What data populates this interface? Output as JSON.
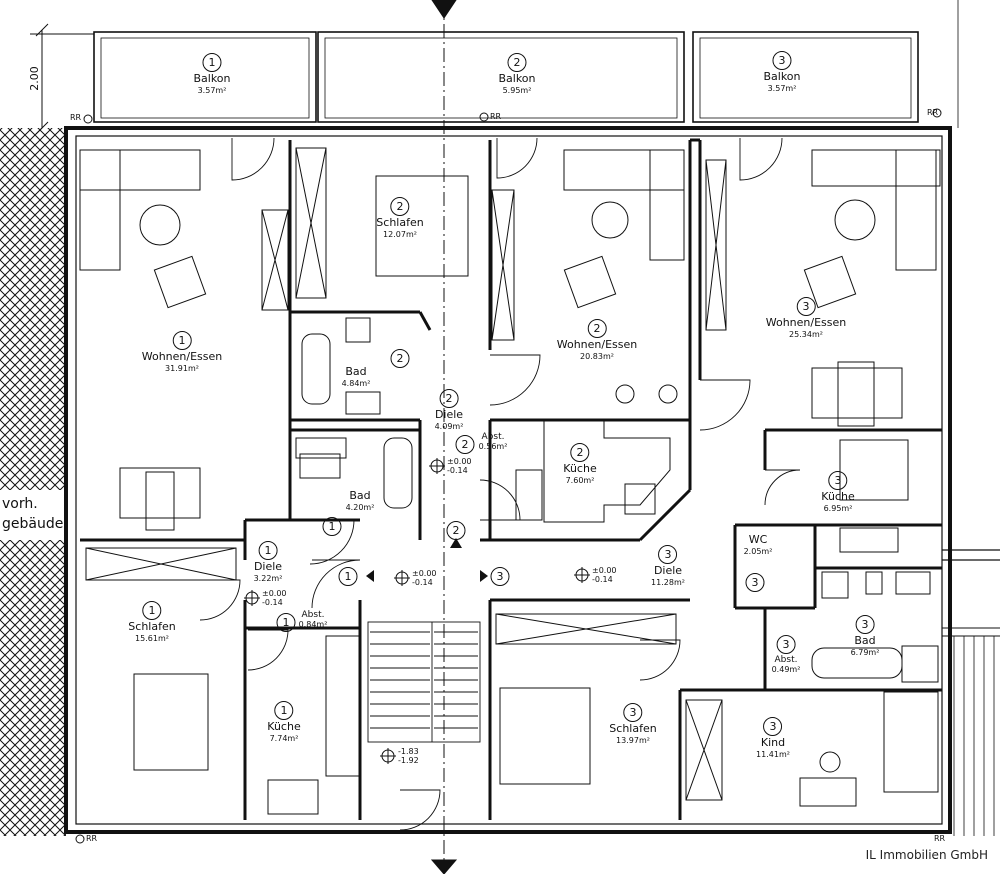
{
  "balconies": [
    {
      "num": "1",
      "name": "Balkon",
      "area": "3.57m²"
    },
    {
      "num": "2",
      "name": "Balkon",
      "area": "5.95m²"
    },
    {
      "num": "3",
      "name": "Balkon",
      "area": "3.57m²"
    }
  ],
  "rooms": [
    {
      "num": "1",
      "name": "Wohnen/Essen",
      "area": "31.91m²"
    },
    {
      "num": "2",
      "name": "Schlafen",
      "area": "12.07m²"
    },
    {
      "num": "2",
      "name": "Bad",
      "area": "4.84m²"
    },
    {
      "num": "2",
      "name": "Diele",
      "area": "4.09m²"
    },
    {
      "num": "2",
      "name": "Abst.",
      "area": "0.56m²"
    },
    {
      "num": "2",
      "name": "Wohnen/Essen",
      "area": "20.83m²"
    },
    {
      "num": "2",
      "name": "Küche",
      "area": "7.60m²"
    },
    {
      "num": "3",
      "name": "Wohnen/Essen",
      "area": "25.34m²"
    },
    {
      "num": "3",
      "name": "Küche",
      "area": "6.95m²"
    },
    {
      "num": "3",
      "name": "Bad",
      "area": "6.79m²"
    },
    {
      "num": "3",
      "name": "Abst.",
      "area": "0.49m²"
    },
    {
      "num": "3",
      "name": "Kind",
      "area": "11.41m²"
    },
    {
      "num": "3",
      "name": "Schlafen",
      "area": "13.97m²"
    },
    {
      "num": "3",
      "name": "Diele",
      "area": "11.28m²"
    },
    {
      "num": "1",
      "name": "Diele",
      "area": "3.22m²"
    },
    {
      "num": "1",
      "name": "Abst.",
      "area": "0.84m²"
    },
    {
      "num": "1",
      "name": "Schlafen",
      "area": "15.61m²"
    },
    {
      "num": "1",
      "name": "Küche",
      "area": "7.74m²"
    },
    {
      "num": "1",
      "name": "Bad",
      "area": "4.20m²"
    }
  ],
  "wc": {
    "num": "3",
    "name": "WC",
    "area": "2.05m²"
  },
  "levels": {
    "apt1": "±0.00\n-0.14",
    "apt2": "±0.00\n-0.14",
    "landing": "±0.00\n-0.14",
    "apt3": "±0.00\n-0.14",
    "stair": "-1.83\n-1.92"
  },
  "door_markers": {
    "left": "1",
    "center": "2",
    "right": "3",
    "bath1": "1",
    "diele2": "2",
    "wc3": "3"
  },
  "dimension": "2.00",
  "rr_marks": [
    "RR",
    "RR",
    "RR",
    "RR",
    "RR"
  ],
  "neighbour_text": "vorh.\ngebäude",
  "credit": "IL Immobilien GmbH"
}
